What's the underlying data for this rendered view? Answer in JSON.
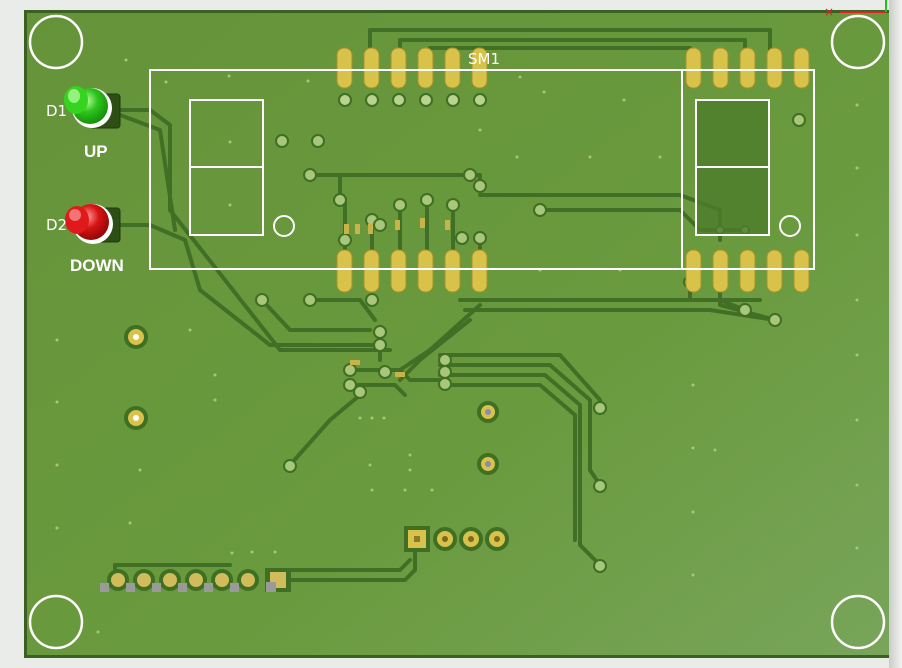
{
  "board": {
    "component_labels": {
      "display": "SM1",
      "led_up_ref": "D1",
      "led_down_ref": "D2"
    },
    "button_labels": {
      "up": "UP",
      "down": "DOWN"
    },
    "colors": {
      "board": "#6a9a3c",
      "trace": "#3f6f22",
      "silkscreen": "#ffffff",
      "pad_gold": "#d8c24a",
      "led_up": "#2ec41c",
      "led_down": "#d81414"
    }
  }
}
